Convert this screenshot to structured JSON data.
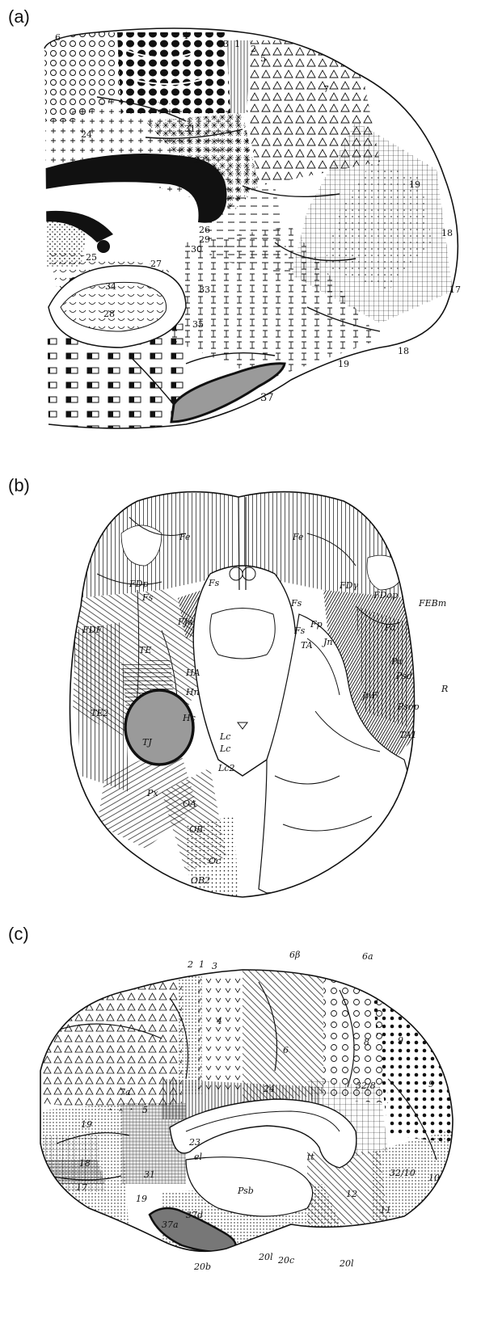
{
  "panels": [
    {
      "label": "(a)",
      "areas": [
        "6",
        "4",
        "3",
        "1",
        "2",
        "5",
        "7",
        "24",
        "31",
        "23",
        "26",
        "29",
        "30",
        "27",
        "33",
        "34",
        "28",
        "35",
        "25",
        "19",
        "18",
        "17",
        "18",
        "19",
        "37"
      ],
      "highlight": "37"
    },
    {
      "label": "(b)",
      "areas": [
        "Fe",
        "Fe",
        "FDp",
        "FDγ",
        "FDF",
        "Fs",
        "Fs",
        "Fs",
        "FJa",
        "Fs",
        "TE",
        "HA",
        "Hn",
        "Hc",
        "TJ",
        "TE2",
        "Px",
        "OA",
        "OB",
        "Oc",
        "OB2",
        "Lc",
        "Lc",
        "Lc2",
        "TA",
        "Jn",
        "Fp",
        "FDop",
        "FEBm",
        "Pa",
        "Pa",
        "Psd",
        "Psop",
        "R",
        "JnF",
        "TA1"
      ],
      "highlight": "TJ"
    },
    {
      "label": "(c)",
      "areas": [
        "2",
        "1",
        "3",
        "6β",
        "6a",
        "4",
        "6",
        "8",
        "9",
        "9",
        "32/8",
        "7a",
        "5",
        "31",
        "23",
        "24",
        "32/10",
        "10",
        "19",
        "18",
        "17",
        "19",
        "el",
        "tt",
        "12",
        "11",
        "Psb",
        "37a",
        "37d",
        "20b",
        "20l",
        "20c",
        "20l"
      ],
      "highlight": "37a"
    }
  ],
  "colors": {
    "highlight_fill": "#9a9a9a",
    "ink": "#111111"
  }
}
